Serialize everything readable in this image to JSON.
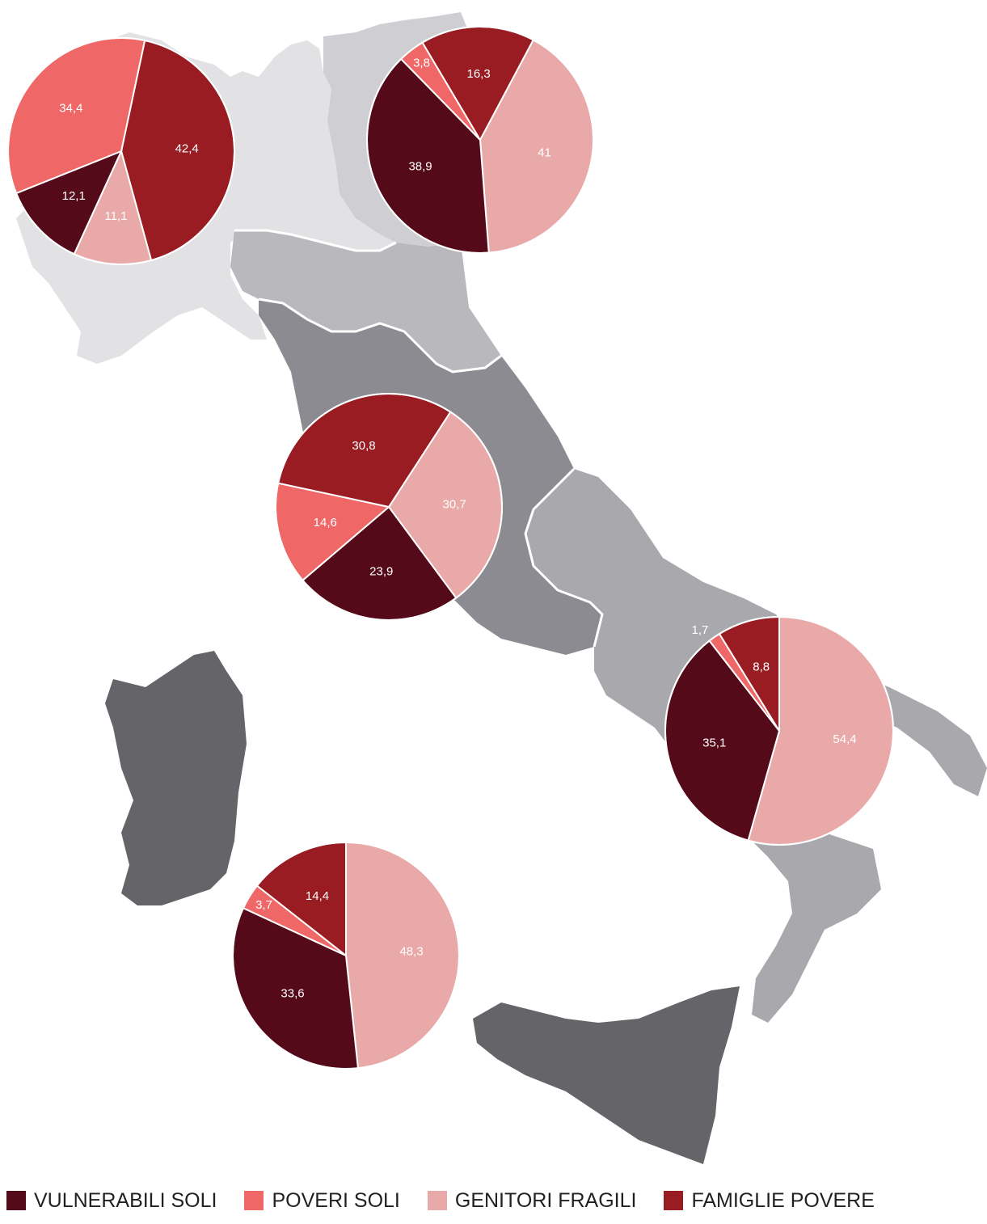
{
  "colors": {
    "vulnerabili_soli": "#550a1a",
    "poveri_soli": "#ef6766",
    "genitori_fragili": "#e8a9a8",
    "famiglie_povere": "#981c21",
    "land_north_west": "#e2e2e4",
    "land_north_east": "#cfcfd3",
    "land_centre_north": "#b9b9bd",
    "land_centre": "#8c8b91",
    "land_south": "#a9a9ad",
    "land_islands": "#656469"
  },
  "legend": [
    {
      "key": "vulnerabili_soli",
      "label": "VULNERABILI SOLI"
    },
    {
      "key": "poveri_soli",
      "label": "POVERI SOLI"
    },
    {
      "key": "genitori_fragili",
      "label": "GENITORI FRAGILI"
    },
    {
      "key": "famiglie_povere",
      "label": "FAMIGLIE POVERE"
    }
  ],
  "chart_data": [
    {
      "type": "pie",
      "slices": [
        {
          "key": "famiglie_povere",
          "value": 42.4,
          "label": "42,4"
        },
        {
          "key": "genitori_fragili",
          "value": 11.1,
          "label": "11,1"
        },
        {
          "key": "vulnerabili_soli",
          "value": 12.1,
          "label": "12,1"
        },
        {
          "key": "poveri_soli",
          "value": 34.4,
          "label": "34,4"
        }
      ]
    },
    {
      "type": "pie",
      "slices": [
        {
          "key": "genitori_fragili",
          "value": 41,
          "label": "41"
        },
        {
          "key": "vulnerabili_soli",
          "value": 38.9,
          "label": "38,9"
        },
        {
          "key": "poveri_soli",
          "value": 3.8,
          "label": "3,8"
        },
        {
          "key": "famiglie_povere",
          "value": 16.3,
          "label": "16,3"
        }
      ]
    },
    {
      "type": "pie",
      "slices": [
        {
          "key": "genitori_fragili",
          "value": 30.7,
          "label": "30,7"
        },
        {
          "key": "vulnerabili_soli",
          "value": 23.9,
          "label": "23,9"
        },
        {
          "key": "poveri_soli",
          "value": 14.6,
          "label": "14,6"
        },
        {
          "key": "famiglie_povere",
          "value": 30.8,
          "label": "30,8"
        }
      ]
    },
    {
      "type": "pie",
      "slices": [
        {
          "key": "genitori_fragili",
          "value": 54.4,
          "label": "54,4"
        },
        {
          "key": "vulnerabili_soli",
          "value": 35.1,
          "label": "35,1"
        },
        {
          "key": "poveri_soli",
          "value": 1.7,
          "label": "1,7"
        },
        {
          "key": "famiglie_povere",
          "value": 8.8,
          "label": "8,8"
        }
      ]
    },
    {
      "type": "pie",
      "slices": [
        {
          "key": "genitori_fragili",
          "value": 48.3,
          "label": "48,3"
        },
        {
          "key": "vulnerabili_soli",
          "value": 33.6,
          "label": "33,6"
        },
        {
          "key": "poveri_soli",
          "value": 3.7,
          "label": "3,7"
        },
        {
          "key": "famiglie_povere",
          "value": 14.4,
          "label": "14,4"
        }
      ]
    }
  ]
}
